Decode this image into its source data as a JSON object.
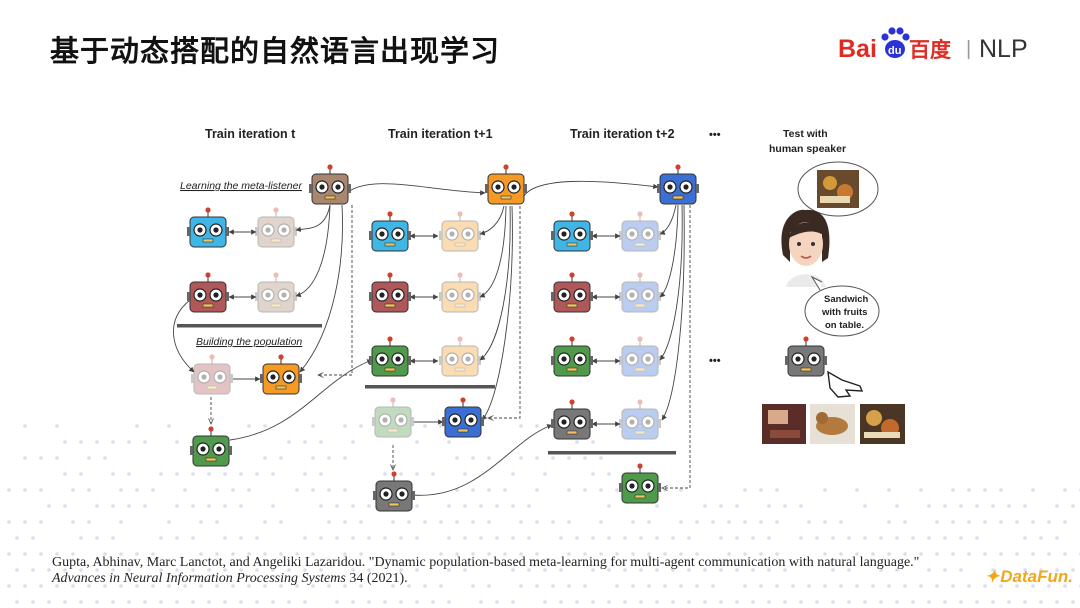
{
  "slide": {
    "title": "基于动态搭配的自然语言出现学习"
  },
  "logo": {
    "bai": "Bai",
    "du": "du",
    "cn": "百度",
    "separator": "|",
    "nlp": "NLP"
  },
  "diagram": {
    "columns": [
      {
        "label": "Train iteration t"
      },
      {
        "label": "Train iteration t+1"
      },
      {
        "label": "Train iteration t+2"
      }
    ],
    "ellipsis": "•••",
    "test_label_line1": "Test with",
    "test_label_line2": "human speaker",
    "section_meta_listener": "Learning the meta-listener",
    "section_population": "Building the population",
    "speech_line1": "Sandwich",
    "speech_line2": "with fruits",
    "speech_line3": "on table."
  },
  "citation": {
    "authors": "Gupta, Abhinav, Marc Lanctot, and Angeliki Lazaridou. \"Dynamic population-based meta-learning for multi-agent communication with natural language.\"",
    "venue": "Advances in Neural Information Processing Systems",
    "tail": "34 (2021)."
  },
  "brand": {
    "text": "DataFun."
  },
  "colors": {
    "cyan": "#3fb6e6",
    "red": "#b0575a",
    "brown": "#a98670",
    "orange": "#f59a24",
    "green": "#4f9b4b",
    "blue": "#3b6fd3",
    "gray": "#787878",
    "baidu_red": "#de2c24",
    "baidu_blue": "#2b33d6"
  }
}
